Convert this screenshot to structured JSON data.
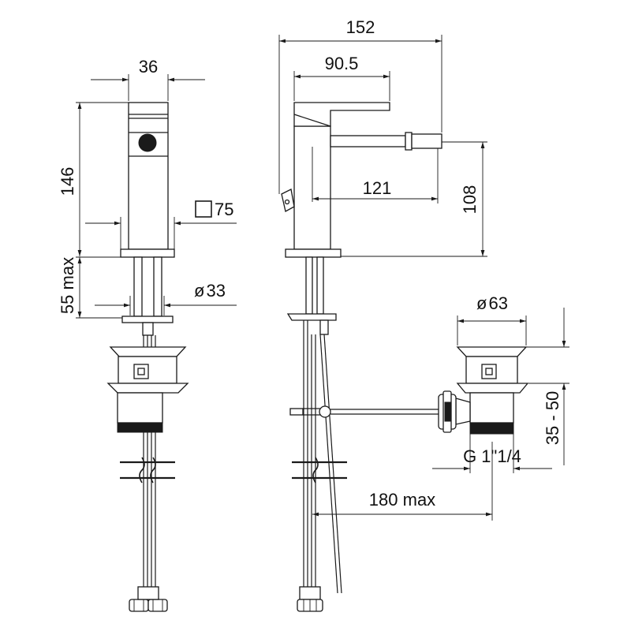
{
  "dimensions": {
    "front_width": "36",
    "front_height": "146",
    "front_square": "75",
    "front_mount": "55 max",
    "front_hole": "33",
    "side_total_width": "152",
    "side_lever": "90.5",
    "side_spout_reach": "121",
    "side_spout_height": "108",
    "waste_diameter": "63",
    "waste_thread": "G 1\"1/4",
    "waste_range": "35 - 50",
    "rod_reach": "180 max"
  },
  "symbols": {
    "diameter": "ø"
  }
}
